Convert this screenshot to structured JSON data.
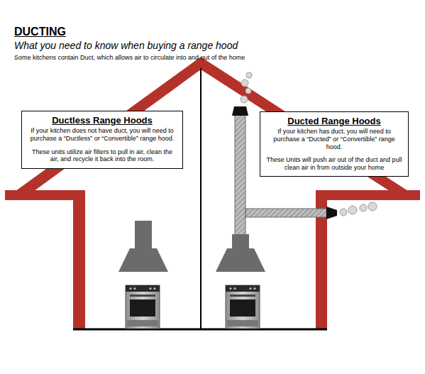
{
  "diagram": {
    "title": "DUCTING",
    "nodes": [
      {
        "text": [
          "Ductless Range Hoods",
          "If your kitchen does not have duct, you will need to purchase a “Ductless” or “Convertible” range hood.",
          "These units utilize air filters to pull in air, clean the air, and recycle it back into the room."
        ]
      },
      {
        "text": [
          "Ducted Range Hoods",
          "If your kitchen has duct, you will need to purchase a “Ducted” or “Convertible” range hood.",
          "These Units will push air out of the duct and pull clean air in from outside your home"
        ]
      }
    ],
    "labels": [
      "What you need to know when buying a range hood",
      "Some kitchens contain Duct, which allows air to circulate into and out of the home"
    ]
  }
}
